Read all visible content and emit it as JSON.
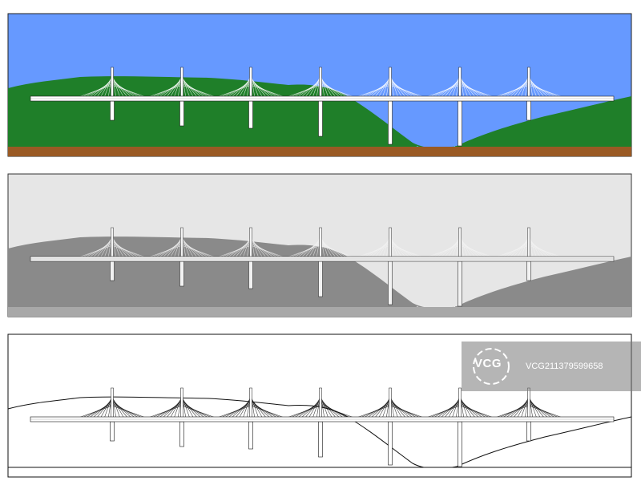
{
  "image": {
    "panels": [
      {
        "style": "color",
        "colors": {
          "sky": "#6699ff",
          "hills": "#1f7f29",
          "ground": "#9a5a24",
          "water": "#46c9e0",
          "bridge": "#ffffff",
          "outline": "#222222"
        }
      },
      {
        "style": "grayscale",
        "colors": {
          "sky": "#e6e6e6",
          "hills": "#8a8a8a",
          "ground": "#a8a8a8",
          "water": "#e6e6e6",
          "bridge": "#f2f2f2",
          "outline": "#333333"
        }
      },
      {
        "style": "line-art",
        "colors": {
          "sky": "#ffffff",
          "hills": "#ffffff",
          "ground": "#ffffff",
          "water": "#ffffff",
          "bridge": "#ffffff",
          "outline": "#111111"
        }
      }
    ],
    "pylon_count": 7
  },
  "watermark": {
    "brand": "VCG",
    "id_text": "VCG21137959965​8",
    "color": "#ffffff"
  }
}
